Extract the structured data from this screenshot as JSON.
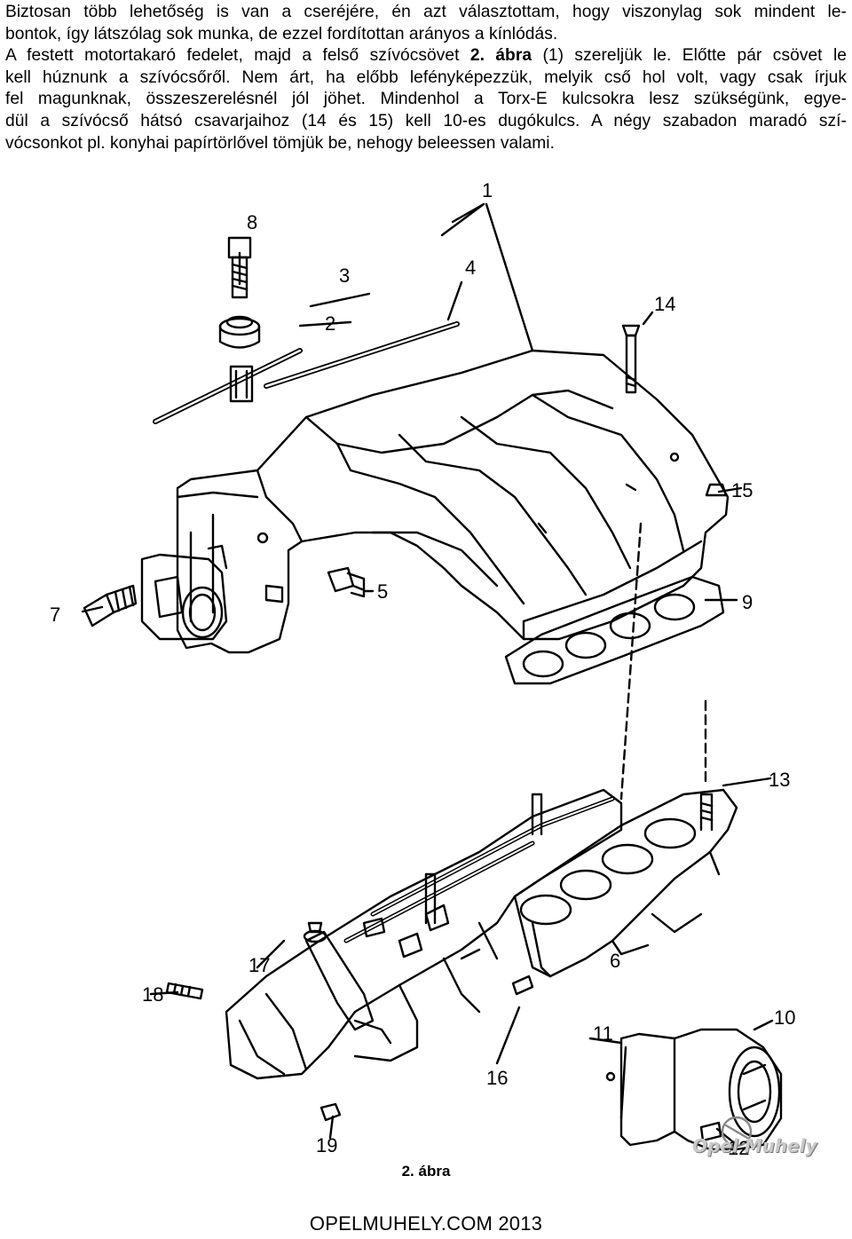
{
  "text": {
    "lines": [
      "Biztosan több lehetőség is van a cseréjére, én azt választottam, hogy viszonylag sok mindent le-",
      "bontok, így látszólag sok munka, de ezzel fordítottan arányos a kínlódás.",
      "A festett motortakaró fedelet, majd a felső szívócsövet ",
      "kell húznunk a szívócsőről. Nem árt, ha előbb lefényképezzük, melyik cső hol volt, vagy csak írjuk",
      "fel magunknak, összeszerelésnél jól jöhet. Mindenhol a Torx-E kulcsokra lesz szükségünk, egye-",
      "dül a szívócső hátsó csavarjaihoz (14 és 15) kell 10-es dugókulcs. A négy szabadon maradó szí-",
      "vócsonkot pl. konyhai papírtörlővel tömjük be, nehogy beleessen valami."
    ],
    "line3_bold": "2. ábra",
    "line3_rest": " (1) szereljük le. Előtte pár csövet le"
  },
  "figure": {
    "callouts": [
      "1",
      "2",
      "3",
      "4",
      "5",
      "6",
      "7",
      "8",
      "9",
      "10",
      "11",
      "12",
      "13",
      "14",
      "15",
      "16",
      "17",
      "18",
      "19"
    ],
    "caption": "2. ábra",
    "watermark": "Opel Muhely"
  },
  "footer": "OPELMUHELY.COM 2013"
}
